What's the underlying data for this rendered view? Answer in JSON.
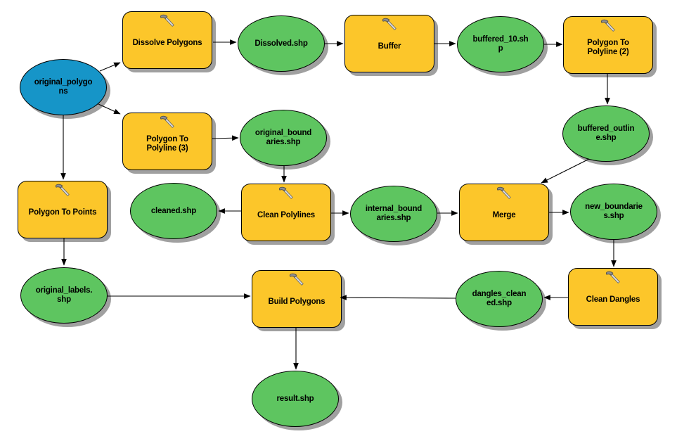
{
  "diagram": {
    "type": "modelbuilder-flowchart",
    "colors": {
      "input_data": "#1695C8",
      "tool": "#FCC62A",
      "derived_data": "#5EC560",
      "node_outline": "#000000",
      "shadow": "#A0A0A0",
      "background": "#FFFFFF",
      "connector": "#000000",
      "hammer_icon_head": "#8F8F8F",
      "hammer_icon_handle": "#E0E0E0"
    },
    "nodes": {
      "original_polygons": {
        "kind": "input",
        "label": "original_polygo\nns"
      },
      "dissolve_polygons": {
        "kind": "tool",
        "label": "Dissolve Polygons"
      },
      "dissolved": {
        "kind": "output",
        "label": "Dissolved.shp"
      },
      "buffer": {
        "kind": "tool",
        "label": "Buffer"
      },
      "buffered_10": {
        "kind": "output",
        "label": "buffered_10.sh\np"
      },
      "polygon_to_polyline_2": {
        "kind": "tool",
        "label": "Polygon To\nPolyline (2)"
      },
      "buffered_outline": {
        "kind": "output",
        "label": "buffered_outlin\ne.shp"
      },
      "polygon_to_polyline_3": {
        "kind": "tool",
        "label": "Polygon To\nPolyline (3)"
      },
      "original_boundaries": {
        "kind": "output",
        "label": "original_bound\naries.shp"
      },
      "polygon_to_points": {
        "kind": "tool",
        "label": "Polygon To Points"
      },
      "cleaned": {
        "kind": "output",
        "label": "cleaned.shp"
      },
      "clean_polylines": {
        "kind": "tool",
        "label": "Clean Polylines"
      },
      "internal_boundaries": {
        "kind": "output",
        "label": "internal_bound\naries.shp"
      },
      "merge": {
        "kind": "tool",
        "label": "Merge"
      },
      "new_boundaries": {
        "kind": "output",
        "label": "new_boundarie\ns.shp"
      },
      "original_labels": {
        "kind": "output",
        "label": "original_labels.\nshp"
      },
      "build_polygons": {
        "kind": "tool",
        "label": "Build Polygons"
      },
      "dangles_cleaned": {
        "kind": "output",
        "label": "dangles_clean\ned.shp"
      },
      "clean_dangles": {
        "kind": "tool",
        "label": "Clean Dangles"
      },
      "result": {
        "kind": "output",
        "label": "result.shp"
      }
    },
    "edges": [
      {
        "from": "original_polygons",
        "to": "dissolve_polygons"
      },
      {
        "from": "dissolve_polygons",
        "to": "dissolved"
      },
      {
        "from": "dissolved",
        "to": "buffer"
      },
      {
        "from": "buffer",
        "to": "buffered_10"
      },
      {
        "from": "buffered_10",
        "to": "polygon_to_polyline_2"
      },
      {
        "from": "polygon_to_polyline_2",
        "to": "buffered_outline"
      },
      {
        "from": "buffered_outline",
        "to": "merge"
      },
      {
        "from": "original_polygons",
        "to": "polygon_to_polyline_3"
      },
      {
        "from": "polygon_to_polyline_3",
        "to": "original_boundaries"
      },
      {
        "from": "original_boundaries",
        "to": "clean_polylines"
      },
      {
        "from": "clean_polylines",
        "to": "cleaned"
      },
      {
        "from": "clean_polylines",
        "to": "internal_boundaries"
      },
      {
        "from": "internal_boundaries",
        "to": "merge"
      },
      {
        "from": "merge",
        "to": "new_boundaries"
      },
      {
        "from": "new_boundaries",
        "to": "clean_dangles"
      },
      {
        "from": "clean_dangles",
        "to": "dangles_cleaned"
      },
      {
        "from": "dangles_cleaned",
        "to": "build_polygons"
      },
      {
        "from": "original_polygons",
        "to": "polygon_to_points"
      },
      {
        "from": "polygon_to_points",
        "to": "original_labels"
      },
      {
        "from": "original_labels",
        "to": "build_polygons"
      },
      {
        "from": "build_polygons",
        "to": "result"
      }
    ]
  }
}
